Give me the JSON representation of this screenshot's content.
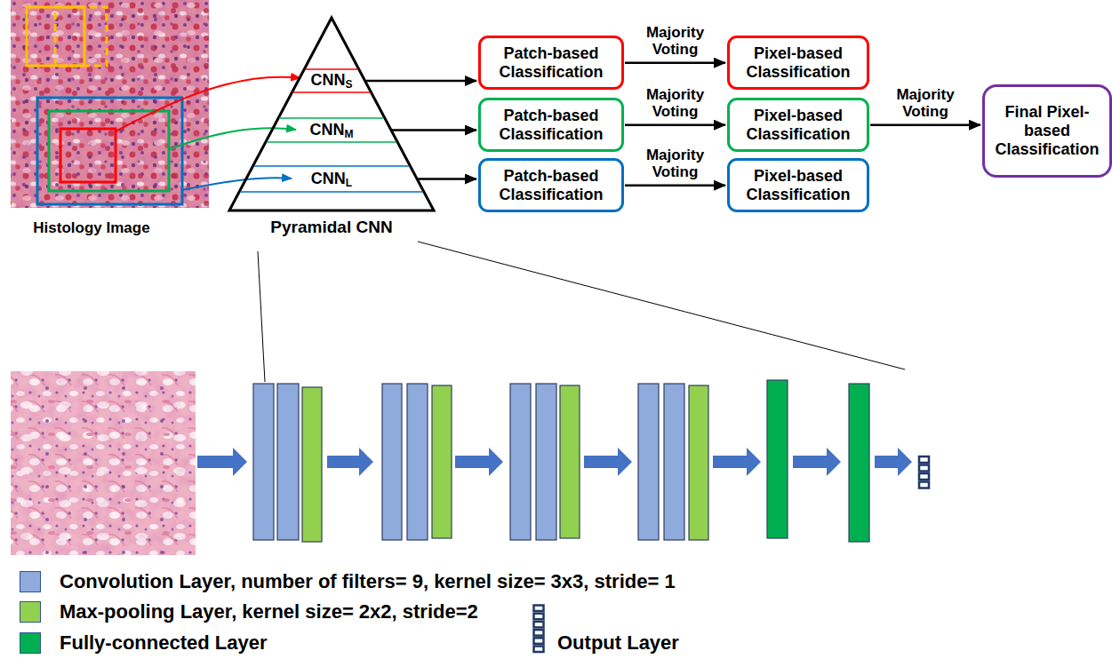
{
  "diagram": {
    "nodes": [
      {
        "text": [
          "Pyramidal CNN"
        ]
      },
      {
        "text": [
          "CNNS"
        ],
        "in": 0
      },
      {
        "text": [
          "CNNM"
        ],
        "in": 0
      },
      {
        "text": [
          "CNNL"
        ],
        "in": 0
      },
      {
        "text": [
          "Patch-based Classification"
        ]
      },
      {
        "text": [
          "Pixel-based Classification"
        ]
      },
      {
        "text": [
          "Patch-based Classification"
        ]
      },
      {
        "text": [
          "Pixel-based Classification"
        ]
      },
      {
        "text": [
          "Patch-based Classification"
        ]
      },
      {
        "text": [
          "Pixel-based Classification"
        ]
      },
      {
        "text": [
          "Final Pixel-based Classification"
        ]
      }
    ],
    "edges": [
      {
        "from": 1,
        "to": 4,
        "arrow": "to"
      },
      {
        "from": 2,
        "to": 6,
        "arrow": "to"
      },
      {
        "from": 3,
        "to": 8,
        "arrow": "to"
      },
      {
        "from": 4,
        "to": 5,
        "label": "Majority Voting",
        "arrow": "to"
      },
      {
        "from": 6,
        "to": 7,
        "label": "Majority Voting",
        "arrow": "to"
      },
      {
        "from": 8,
        "to": 9,
        "label": "Majority Voting",
        "arrow": "to"
      },
      {
        "from": 7,
        "to": 10,
        "label": "Majority Voting",
        "arrow": "to"
      }
    ],
    "labels": [
      "Histology Image"
    ],
    "legend": [
      {
        "text": "Convolution Layer, number of filters= 9, kernel size= 3x3, stride= 1",
        "color": "#8faadc"
      },
      {
        "text": "Max-pooling Layer, kernel size= 2x2, stride=2",
        "color": "#92d050"
      },
      {
        "text": "Fully-connected Layer",
        "color": "#00b050"
      },
      {
        "text": "Output Layer"
      }
    ]
  }
}
